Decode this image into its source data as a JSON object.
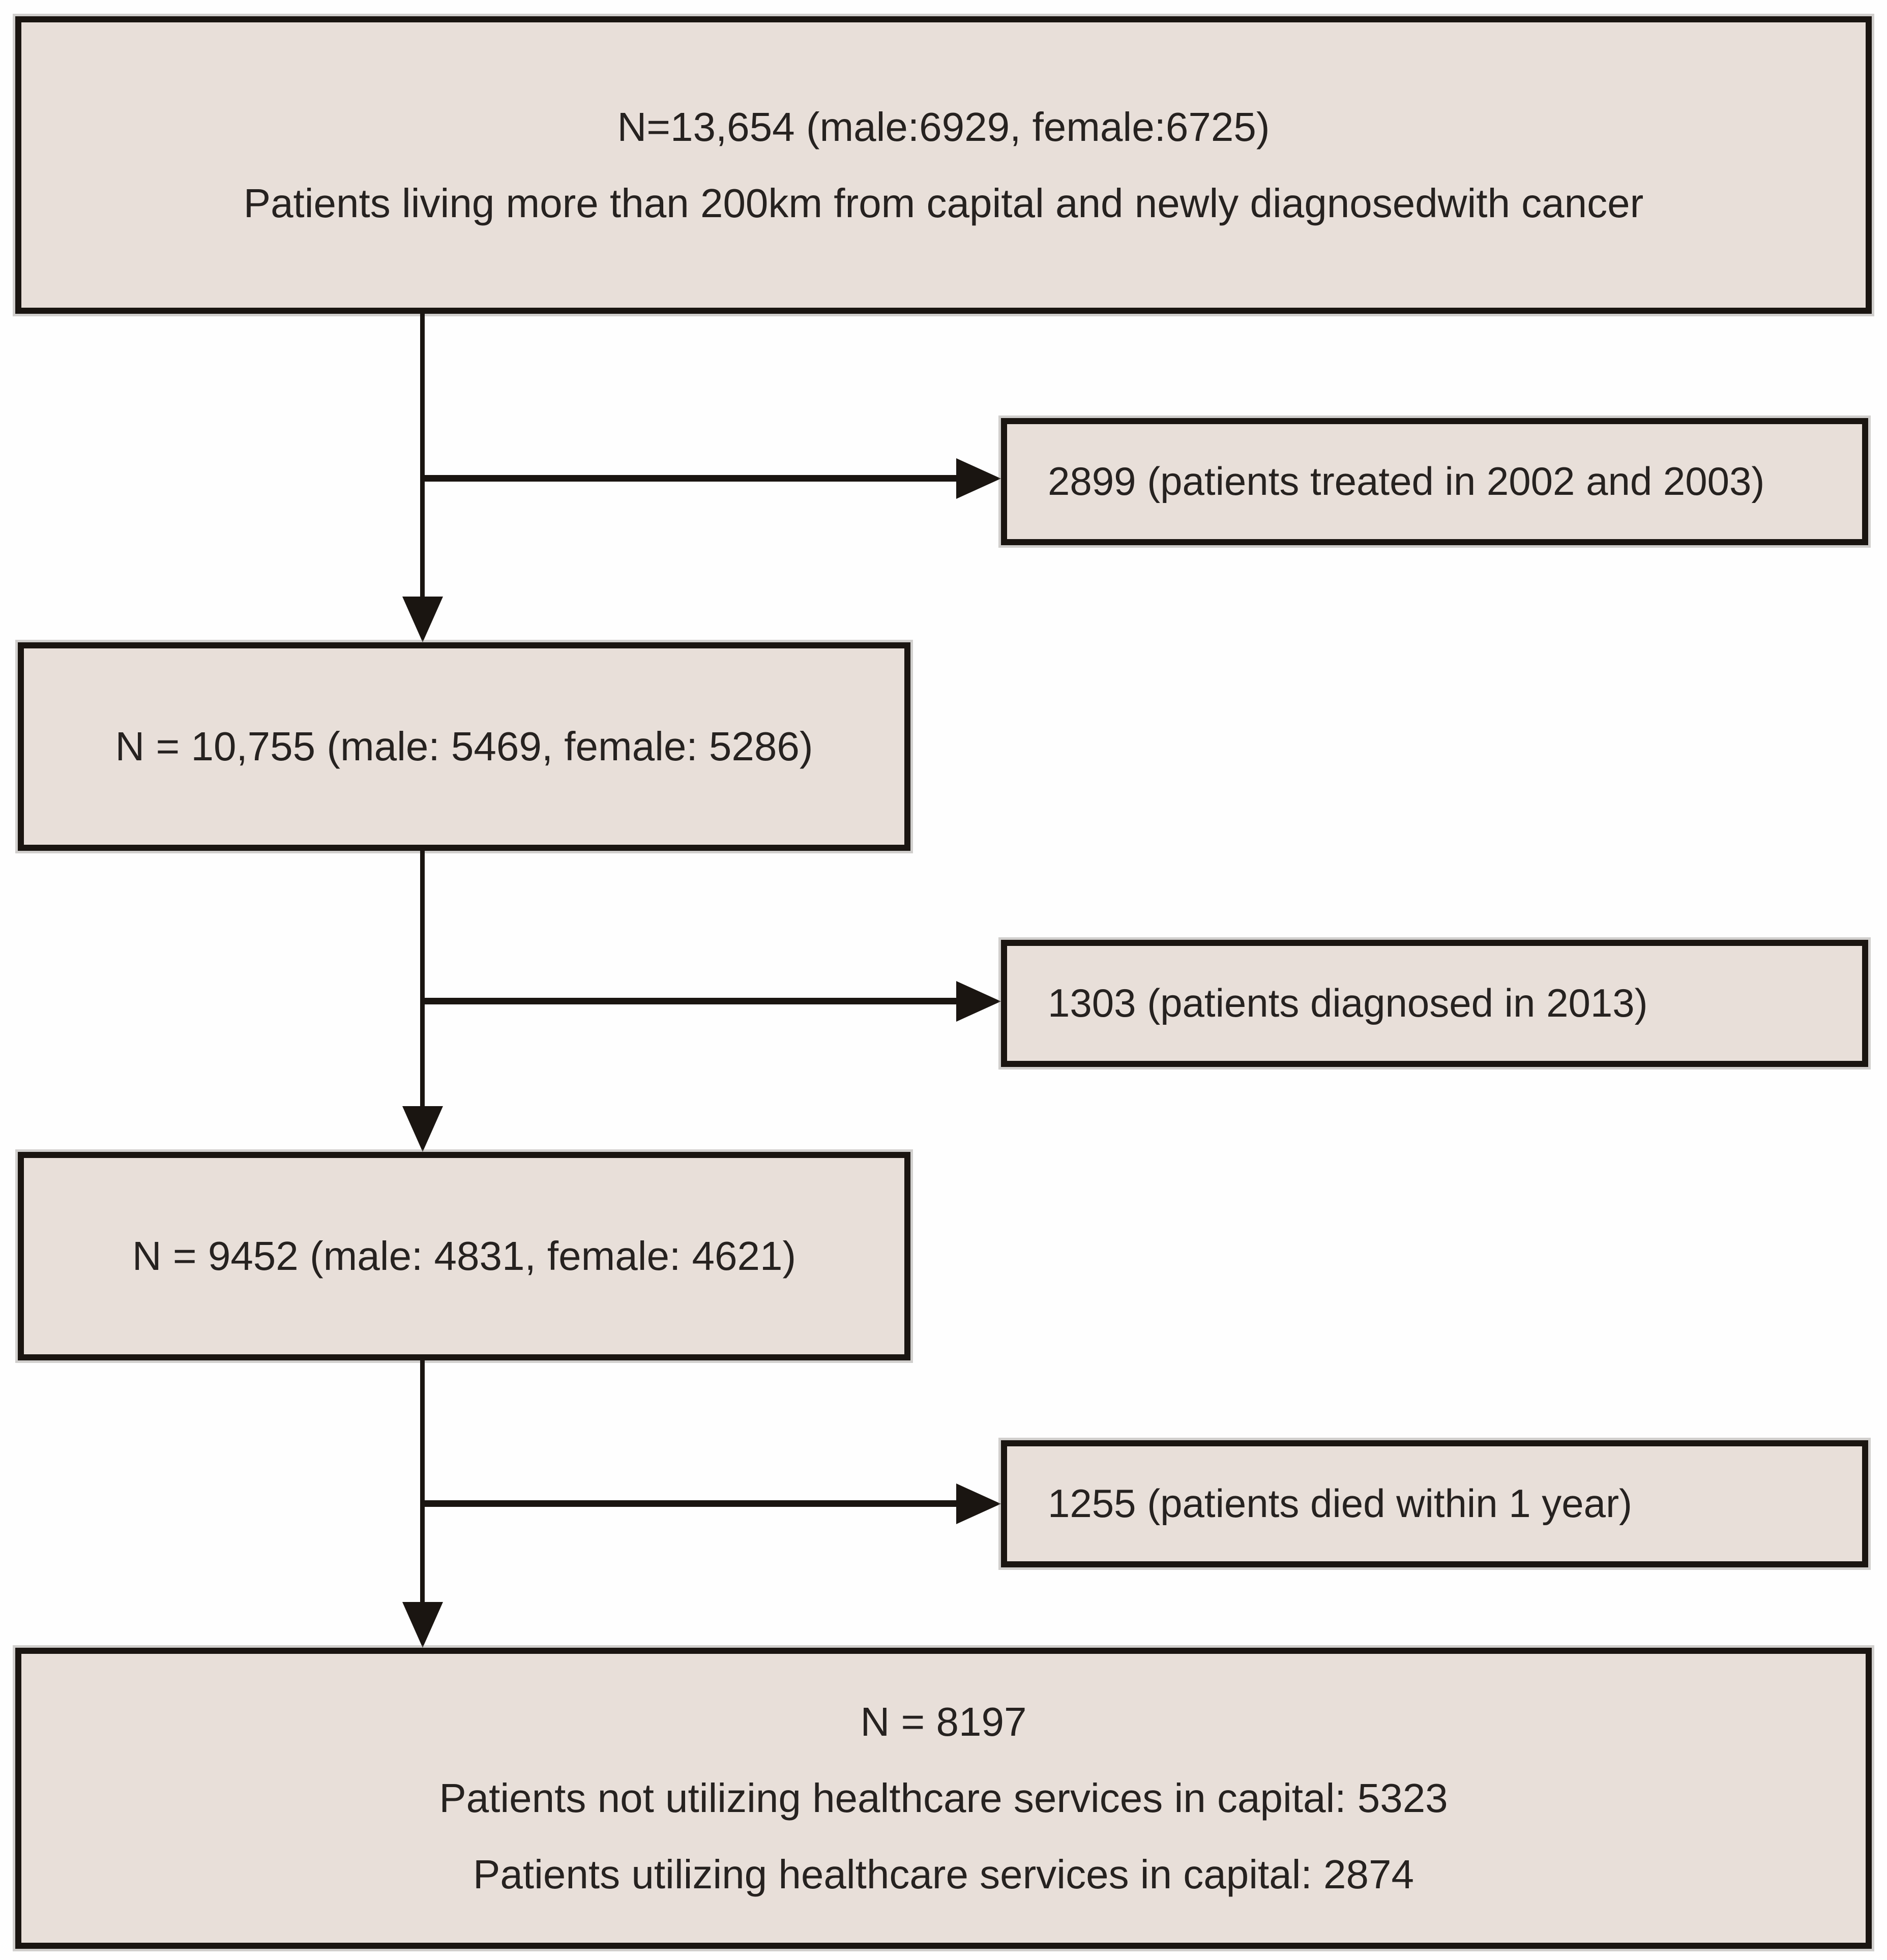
{
  "diagram_type": "patient-selection-flowchart",
  "boxes": {
    "cohort1": {
      "line1": "N=13,654 (male:6929, female:6725)",
      "line2": "Patients living more than 200km from capital and newly diagnosedwith cancer"
    },
    "excluded1": {
      "text": "2899 (patients treated in 2002 and 2003)"
    },
    "cohort2": {
      "text": "N = 10,755 (male: 5469, female: 5286)"
    },
    "excluded2": {
      "text": "1303 (patients diagnosed in 2013)"
    },
    "cohort3": {
      "text": "N = 9452 (male: 4831, female: 4621)"
    },
    "excluded3": {
      "text": "1255 (patients died within 1 year)"
    },
    "final": {
      "line1": "N = 8197",
      "line2": "Patients not utilizing healthcare services in capital: 5323",
      "line3": "Patients utilizing healthcare services in capital: 2874"
    }
  },
  "colors": {
    "box_fill": "#e8dfd9",
    "box_border": "#1a1511",
    "background": "#fefefe",
    "text": "#262220",
    "connector": "#1a1511"
  }
}
